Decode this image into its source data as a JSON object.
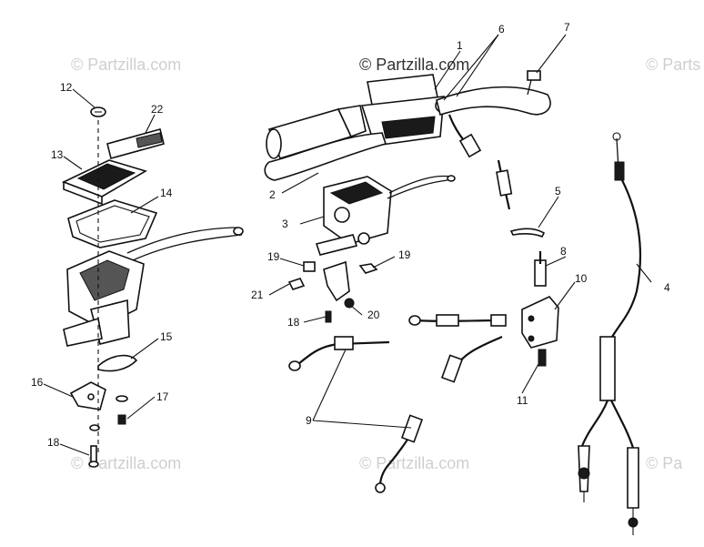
{
  "watermarks": {
    "text": "© Partzilla.com",
    "main": "© Partzilla.com",
    "top_left": "© Partzilla.com",
    "top_right": "© Parts",
    "bottom_left": "© Partzilla.com",
    "bottom_center": "© Partzilla.com",
    "bottom_right": "© Pa"
  },
  "callouts": {
    "c1": "1",
    "c2": "2",
    "c3": "3",
    "c4": "4",
    "c5": "5",
    "c6": "6",
    "c7": "7",
    "c8": "8",
    "c9": "9",
    "c10": "10",
    "c11": "11",
    "c12": "12",
    "c13": "13",
    "c14": "14",
    "c15": "15",
    "c16": "16",
    "c17": "17",
    "c18a": "18",
    "c18b": "18",
    "c19a": "19",
    "c19b": "19",
    "c20": "20",
    "c21": "21",
    "c22": "22"
  }
}
